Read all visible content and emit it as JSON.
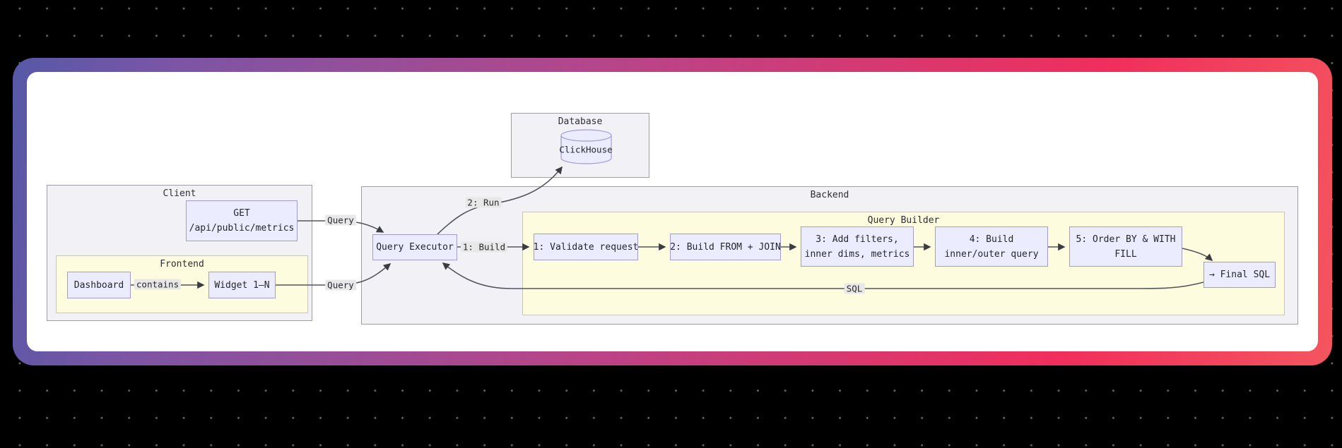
{
  "diagram": {
    "clusters": {
      "database": {
        "label": "Database"
      },
      "client": {
        "label": "Client"
      },
      "frontend": {
        "label": "Frontend"
      },
      "backend": {
        "label": "Backend"
      },
      "query_builder": {
        "label": "Query Builder"
      }
    },
    "nodes": {
      "clickhouse": {
        "label": "ClickHouse"
      },
      "get": {
        "line1": "GET",
        "line2": "/api/public/metrics"
      },
      "dashboard": {
        "label": "Dashboard"
      },
      "widget": {
        "label": "Widget 1–N"
      },
      "query_executor": {
        "label": "Query Executor"
      },
      "step1": {
        "label": "1: Validate request"
      },
      "step2": {
        "label": "2: Build FROM + JOIN"
      },
      "step3": {
        "line1": "3: Add filters,",
        "line2": "inner dims, metrics"
      },
      "step4": {
        "line1": "4: Build",
        "line2": "inner/outer query"
      },
      "step5": {
        "line1": "5: Order BY & WITH",
        "line2": "FILL"
      },
      "final_sql": {
        "label": "→ Final SQL"
      }
    },
    "edge_labels": {
      "query_top": "Query",
      "query_bottom": "Query",
      "run": "2: Run",
      "build": "1: Build",
      "sql": "SQL",
      "contains": "contains"
    },
    "colors": {
      "background": "#000000",
      "dot": "#616161",
      "card_gradient_left": "#5659a7",
      "card_gradient_mid": "#b4468b",
      "card_gradient_right": "#f4555e",
      "canvas": "#ffffff",
      "node_fill": "#ececff",
      "node_border": "#a49bd6",
      "cluster_fill": "#f2f2f6",
      "cluster_alt_fill": "#fdfcdf",
      "edge": "#55555e",
      "edge_label_bg": "#e8e8e8"
    }
  }
}
